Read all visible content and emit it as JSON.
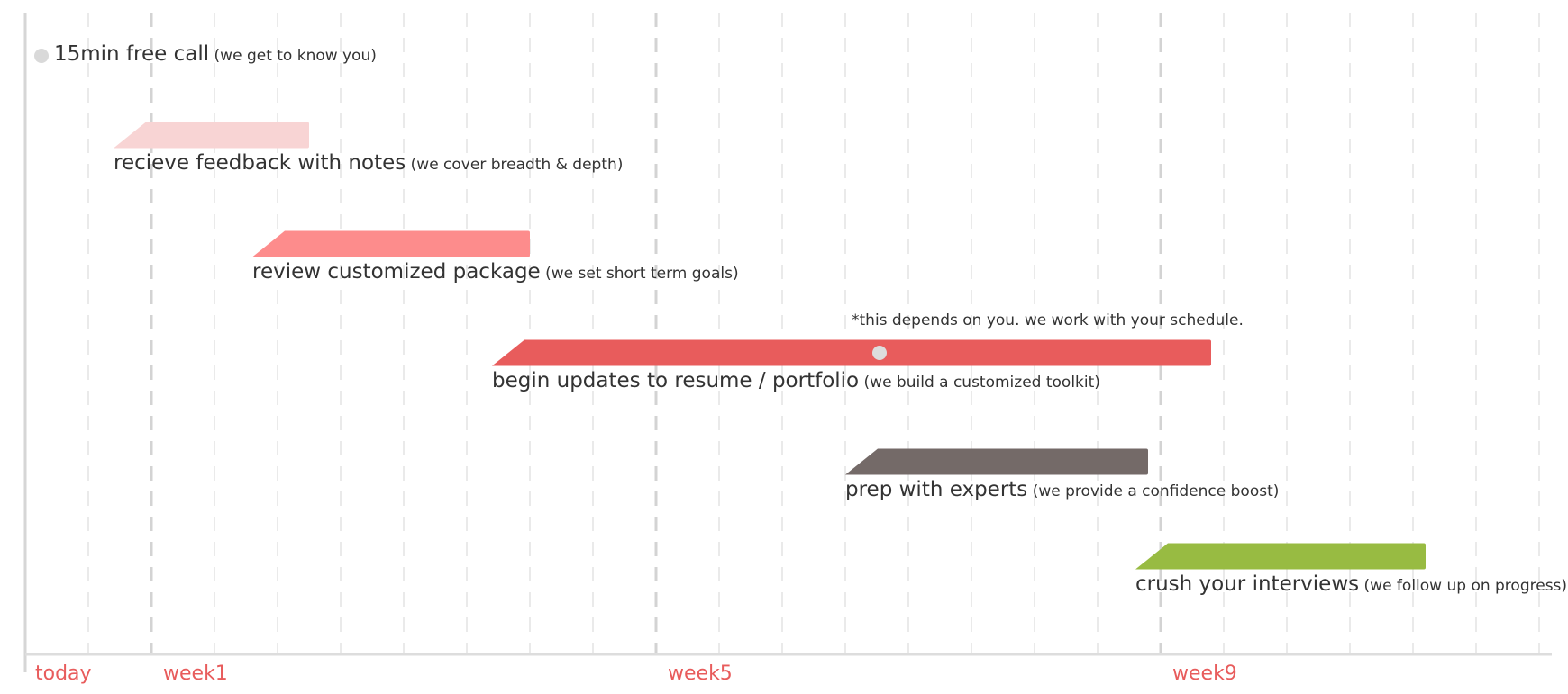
{
  "axis": {
    "labels": [
      {
        "text": "today",
        "week": 0
      },
      {
        "text": "week1",
        "week": 1
      },
      {
        "text": "week5",
        "week": 5
      },
      {
        "text": "week9",
        "week": 9
      }
    ],
    "color": "#e85c5c"
  },
  "steps": [
    {
      "id": "free-call",
      "title": "15min free call",
      "detail": "(we get to know you)",
      "type": "milestone",
      "start_week": 0.1,
      "milestone_color": "#d9d9d9"
    },
    {
      "id": "feedback",
      "title": "recieve feedback with notes",
      "detail": "(we cover breadth & depth)",
      "type": "bar",
      "start_week": 0.7,
      "end_week": 2.25,
      "color": "#f8d4d4"
    },
    {
      "id": "package",
      "title": "review customized package",
      "detail": "(we set short term goals)",
      "type": "bar",
      "start_week": 1.8,
      "end_week": 4.0,
      "color": "#fd8c8c"
    },
    {
      "id": "updates",
      "title": "begin updates to resume / portfolio",
      "detail": "(we build a customized toolkit)",
      "type": "bar",
      "start_week": 3.7,
      "end_week": 9.4,
      "color": "#e85c5c",
      "marker_week": 6.5,
      "marker_color": "#dddddd"
    },
    {
      "id": "experts",
      "title": "prep with experts",
      "detail": "(we provide a confidence boost)",
      "type": "bar",
      "start_week": 6.5,
      "end_week": 8.9,
      "color": "#746a68"
    },
    {
      "id": "interviews",
      "title": "crush your interviews",
      "detail": "(we follow up on progress)",
      "type": "bar",
      "start_week": 8.8,
      "end_week": 11.1,
      "color": "#98bb42"
    }
  ],
  "note": {
    "text": "*this depends on you. we work with your schedule."
  }
}
